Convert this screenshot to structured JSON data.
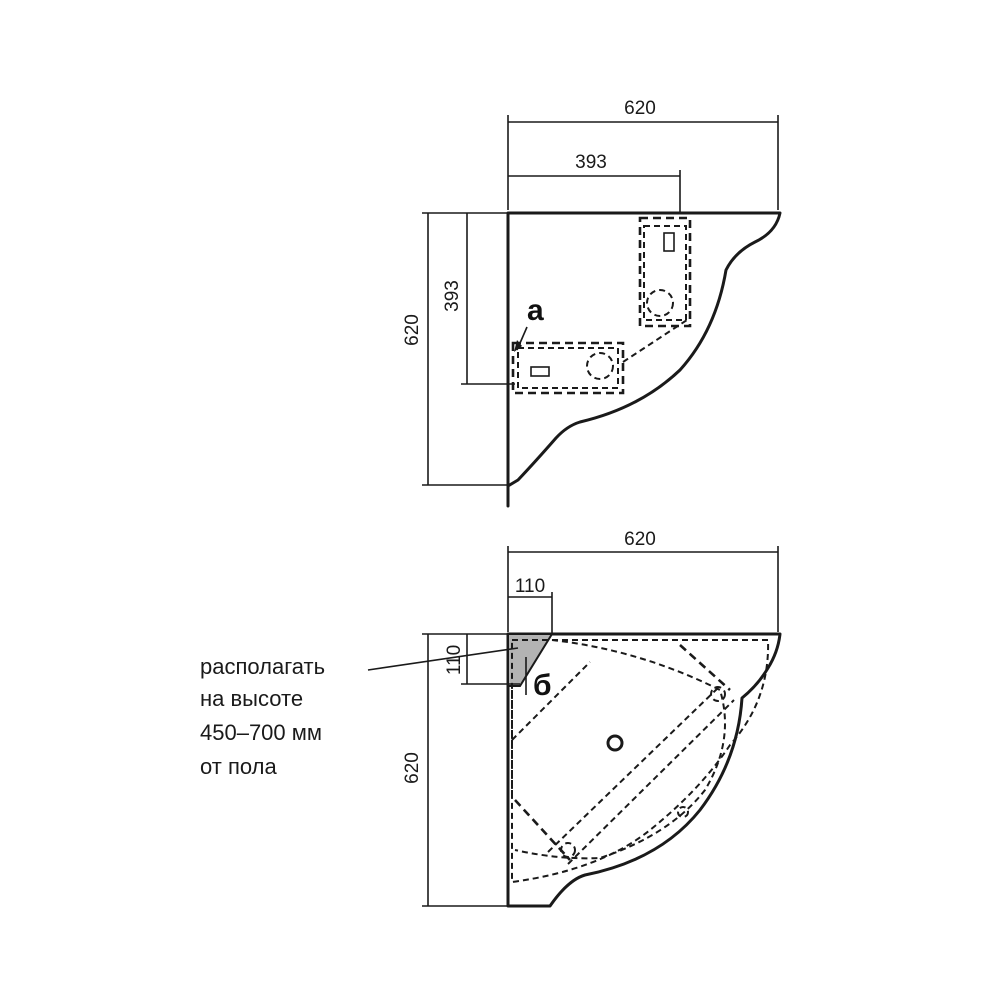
{
  "top_view": {
    "width_label": "620",
    "inner_width_label": "393",
    "height_label": "620",
    "inner_height_label": "393",
    "marker_a": "а"
  },
  "bottom_view": {
    "width_label": "620",
    "corner_width_label": "110",
    "corner_height_label": "110",
    "height_label": "620",
    "marker_b": "б",
    "callout_lines": [
      "располагать",
      "на высоте",
      "450–700 мм",
      "от пола"
    ],
    "corner_fill_color": "#b3b3b3"
  }
}
